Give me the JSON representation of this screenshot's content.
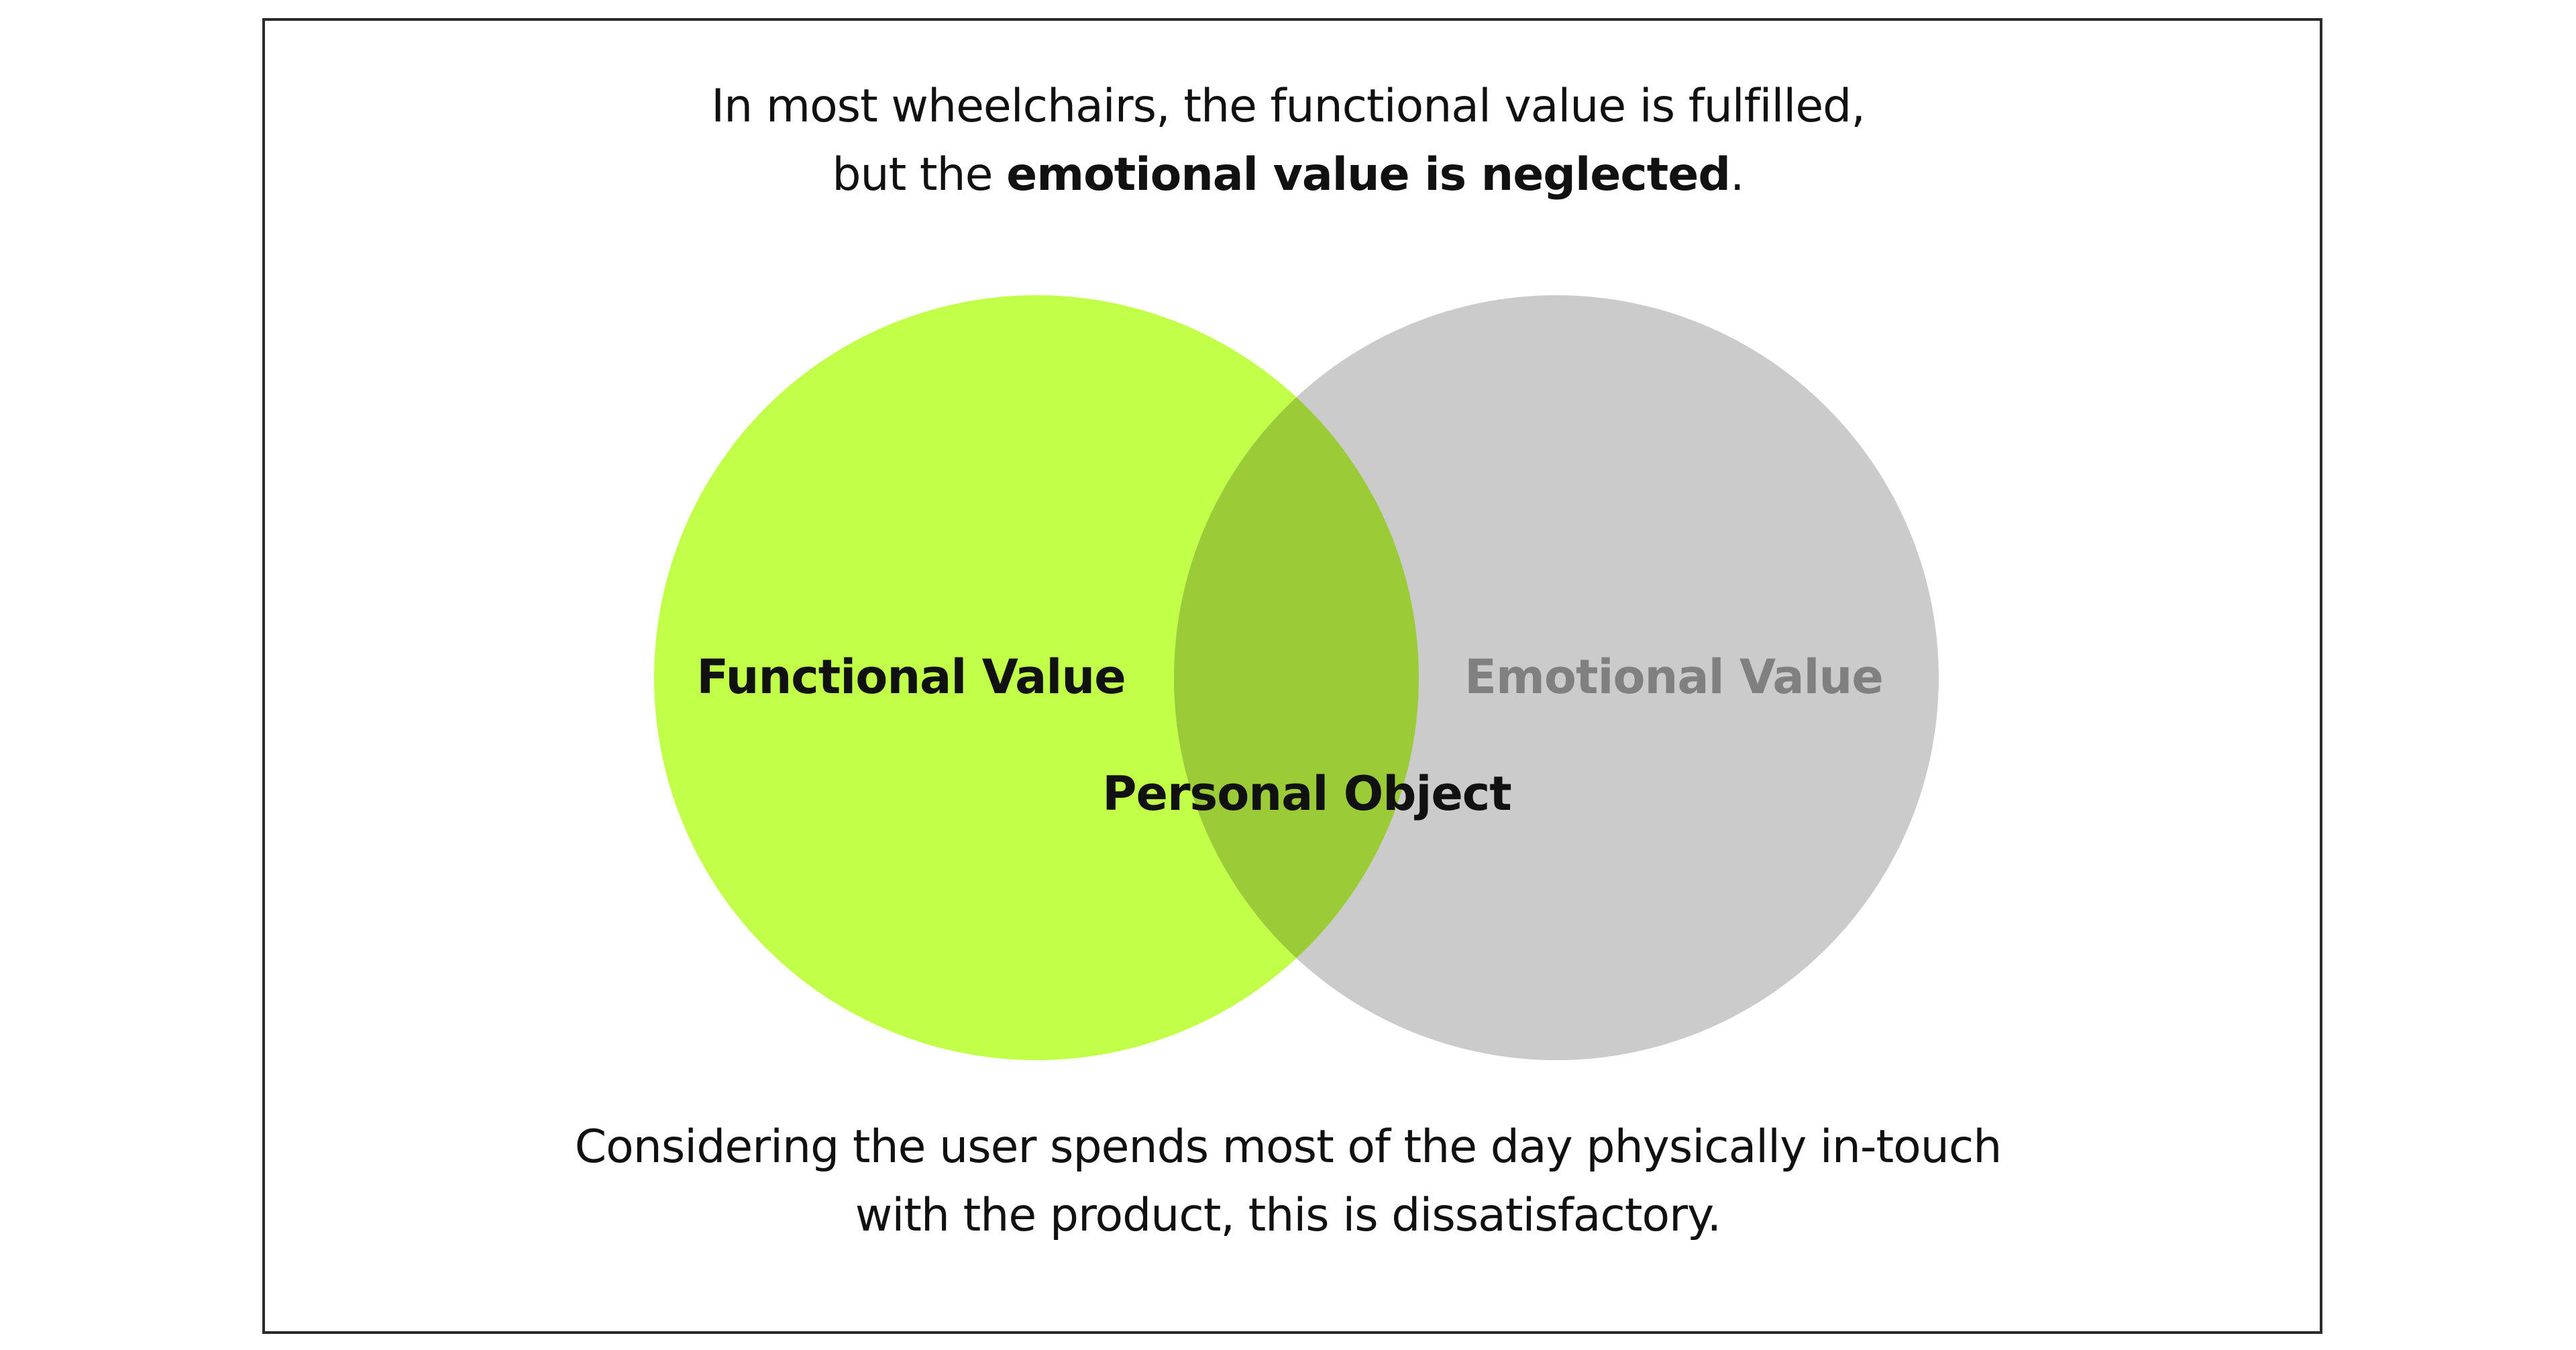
{
  "header": {
    "line1": "In most wheelchairs, the functional value is fulfilled,",
    "line2_prefix": "but the ",
    "line2_bold": "emotional value is neglected",
    "line2_suffix": "."
  },
  "diagram": {
    "sets": [
      {
        "label": "Functional Value",
        "fill": "#c1ff49",
        "text_color": "#111111"
      },
      {
        "label": "Emotional Value",
        "fill": "#cbcbcb",
        "text_color": "#808080"
      }
    ],
    "intersection": {
      "label": "Personal Object",
      "fill": "#9bcc37",
      "text_color": "#111111"
    }
  },
  "footer": {
    "line1": "Considering the user spends most of the day physically in-touch",
    "line2": "with the product, this is dissatisfactory."
  }
}
